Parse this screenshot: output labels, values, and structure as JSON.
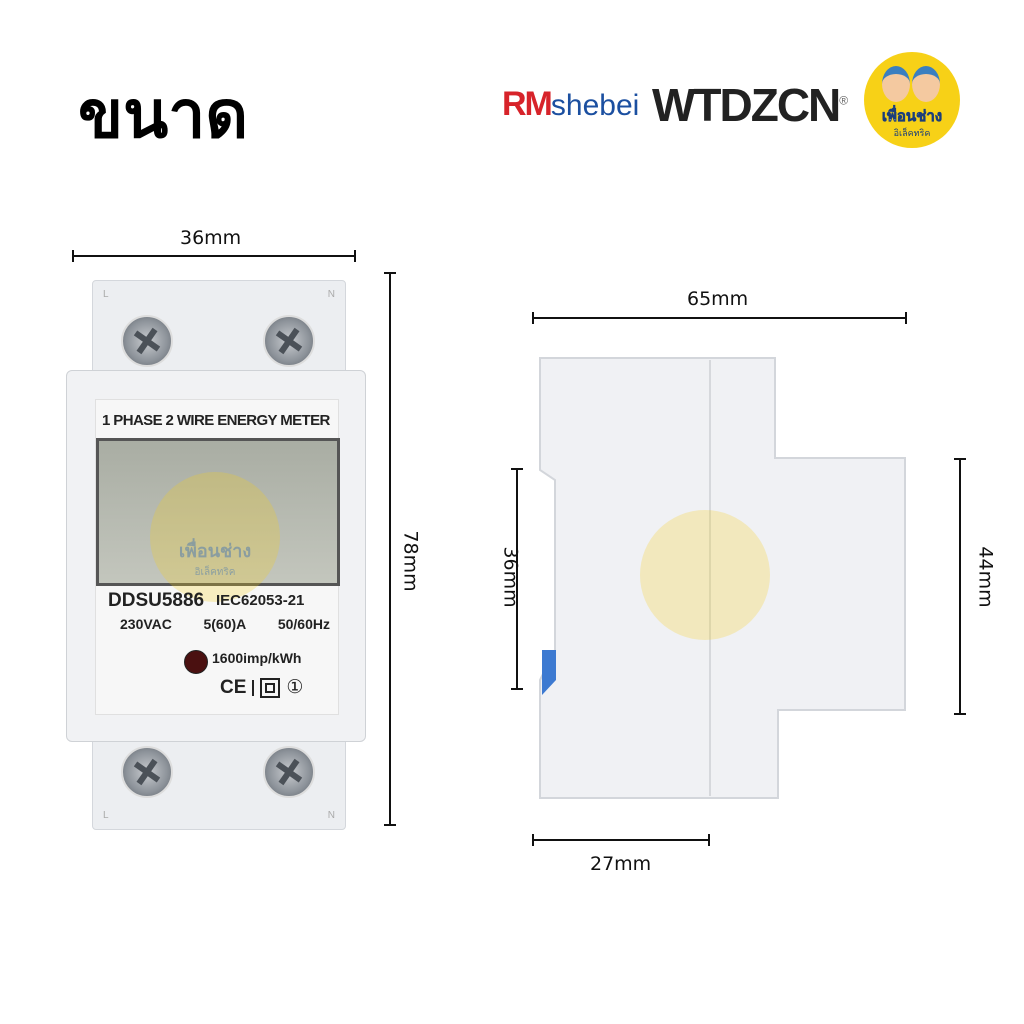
{
  "title": "ขนาด",
  "logos": {
    "rm_red": "RM",
    "rm_blue": "shebei",
    "wtdzcn": "WTDZCN",
    "registered": "®",
    "badge_line1": "เพื่อนช่าง",
    "badge_line2": "อิเล็คทริค"
  },
  "front": {
    "header": "1 PHASE 2 WIRE ENERGY METER",
    "model": "DDSU5886",
    "standard": "IEC62053-21",
    "voltage": "230VAC",
    "current": "5(60)A",
    "frequency": "50/60Hz",
    "impulse": "1600imp/kWh",
    "marks": {
      "ce": "CE",
      "class": "①"
    },
    "terminal_labels": {
      "top_left": "L",
      "top_right": "N",
      "bottom_left": "L",
      "bottom_right": "N"
    },
    "watermark_line1": "เพื่อนช่าง",
    "watermark_line2": "อิเล็คทริค"
  },
  "dimensions": {
    "width": "36mm",
    "height": "78mm",
    "depth": "65mm",
    "rail": "36mm",
    "front_height": "44mm",
    "base": "27mm"
  },
  "colors": {
    "rm_red": "#d7232a",
    "rm_blue": "#1b4fa0",
    "wtdzcn_accent": "#e8632a",
    "badge": "#f7d117",
    "lcd": "#b9bdb3"
  }
}
